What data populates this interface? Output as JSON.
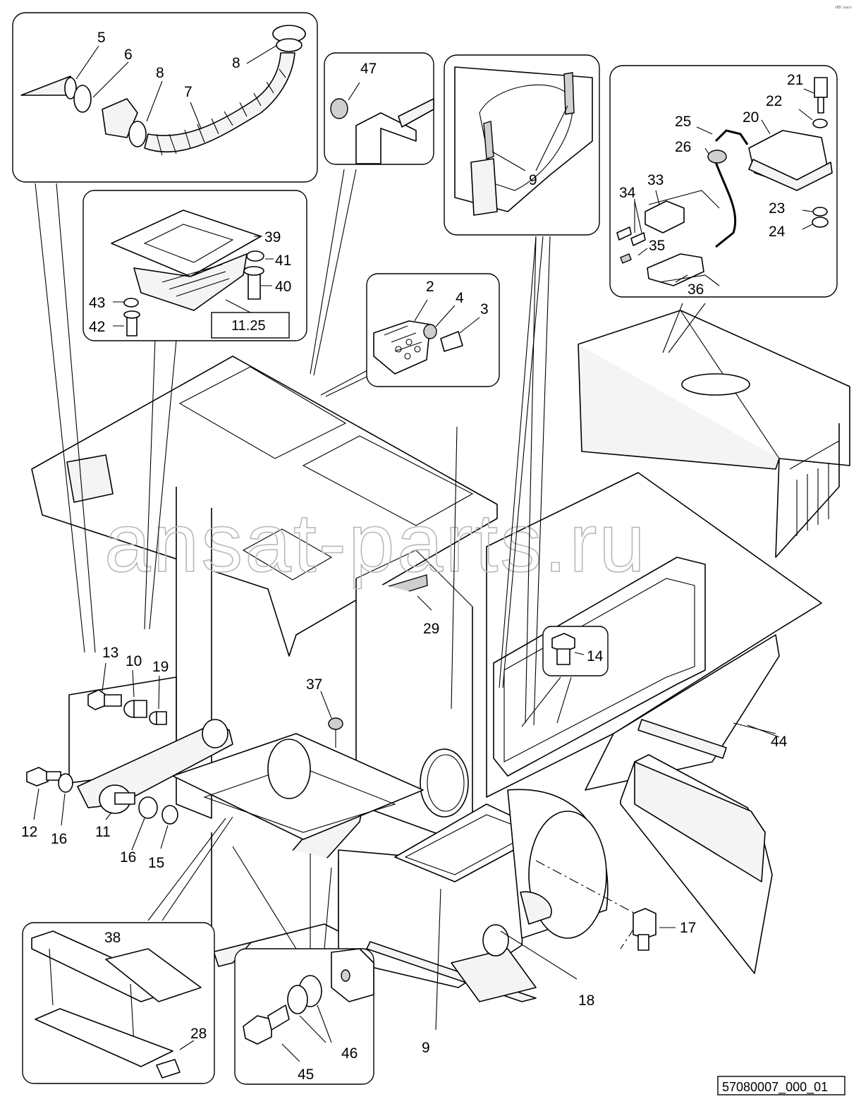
{
  "diagram": {
    "drawing_code": "57080007_000_01",
    "reference_box": "11.25",
    "watermark": "ansat-parts.ru",
    "corner_mark": "ⁿᴱᴷ ᵇᵃᶜᵉ"
  },
  "callouts": [
    {
      "id": "c5",
      "text": "5"
    },
    {
      "id": "c6",
      "text": "6"
    },
    {
      "id": "c8a",
      "text": "8"
    },
    {
      "id": "c7",
      "text": "7"
    },
    {
      "id": "c8b",
      "text": "8"
    },
    {
      "id": "c47",
      "text": "47"
    },
    {
      "id": "c9a",
      "text": "9"
    },
    {
      "id": "c21",
      "text": "21"
    },
    {
      "id": "c22",
      "text": "22"
    },
    {
      "id": "c20",
      "text": "20"
    },
    {
      "id": "c25",
      "text": "25"
    },
    {
      "id": "c26",
      "text": "26"
    },
    {
      "id": "c33",
      "text": "33"
    },
    {
      "id": "c34",
      "text": "34"
    },
    {
      "id": "c23",
      "text": "23"
    },
    {
      "id": "c24",
      "text": "24"
    },
    {
      "id": "c35",
      "text": "35"
    },
    {
      "id": "c36",
      "text": "36"
    },
    {
      "id": "c39",
      "text": "39"
    },
    {
      "id": "c41",
      "text": "41"
    },
    {
      "id": "c40",
      "text": "40"
    },
    {
      "id": "c43",
      "text": "43"
    },
    {
      "id": "c42",
      "text": "42"
    },
    {
      "id": "c2",
      "text": "2"
    },
    {
      "id": "c4",
      "text": "4"
    },
    {
      "id": "c3",
      "text": "3"
    },
    {
      "id": "c29",
      "text": "29"
    },
    {
      "id": "c13",
      "text": "13"
    },
    {
      "id": "c10",
      "text": "10"
    },
    {
      "id": "c19",
      "text": "19"
    },
    {
      "id": "c14",
      "text": "14"
    },
    {
      "id": "c37",
      "text": "37"
    },
    {
      "id": "c44",
      "text": "44"
    },
    {
      "id": "c12",
      "text": "12"
    },
    {
      "id": "c16a",
      "text": "16"
    },
    {
      "id": "c11",
      "text": "11"
    },
    {
      "id": "c16b",
      "text": "16"
    },
    {
      "id": "c15",
      "text": "15"
    },
    {
      "id": "c17",
      "text": "17"
    },
    {
      "id": "c38",
      "text": "38"
    },
    {
      "id": "c18",
      "text": "18"
    },
    {
      "id": "c28",
      "text": "28"
    },
    {
      "id": "c46",
      "text": "46"
    },
    {
      "id": "c45",
      "text": "45"
    },
    {
      "id": "c9b",
      "text": "9"
    }
  ]
}
